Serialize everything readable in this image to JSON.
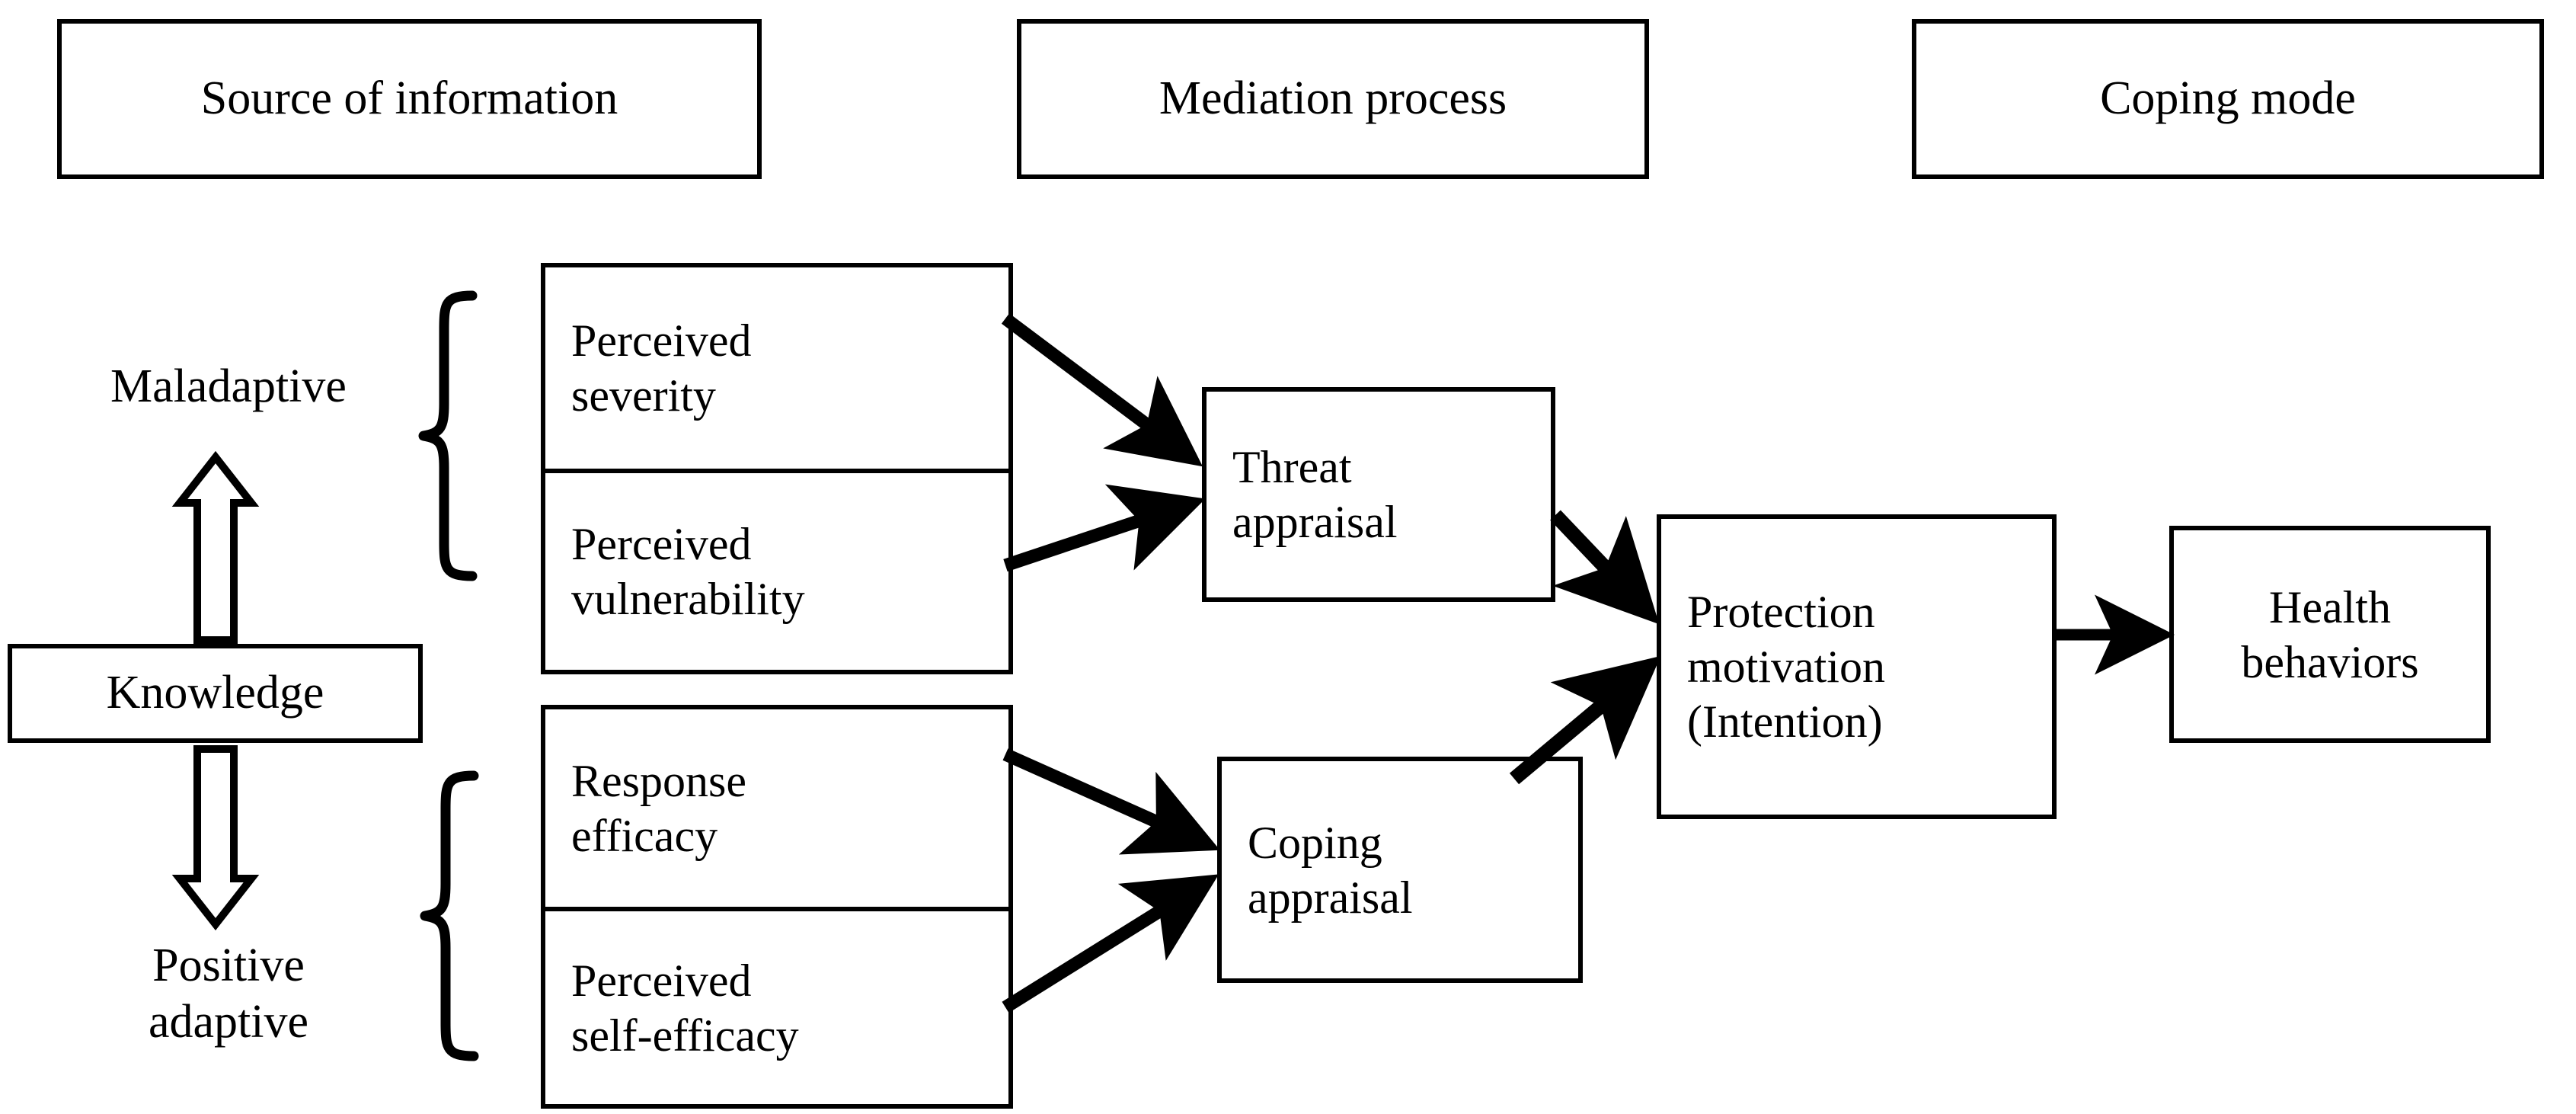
{
  "diagram": {
    "title_row": [
      {
        "id": "source-of-information",
        "label": "Source of information"
      },
      {
        "id": "mediation-process",
        "label": "Mediation process"
      },
      {
        "id": "coping-mode",
        "label": "Coping mode"
      }
    ],
    "left_column": {
      "maladaptive_label": "Maladaptive",
      "knowledge_label": "Knowledge",
      "positive_adaptive_label": "Positive\nadaptive",
      "up_arrow": "hollow-up-arrow",
      "down_arrow": "hollow-down-arrow",
      "brace_upper": "curly-brace",
      "brace_lower": "curly-brace"
    },
    "maladaptive_group": {
      "items": [
        {
          "id": "perceived-severity",
          "label": "Perceived\nseverity"
        },
        {
          "id": "perceived-vulnerability",
          "label": "Perceived\nvulnerability"
        }
      ]
    },
    "adaptive_group": {
      "items": [
        {
          "id": "response-efficacy",
          "label": "Response\nefficacy"
        },
        {
          "id": "perceived-self-efficacy",
          "label": "Perceived\nself-efficacy"
        }
      ]
    },
    "mediation": [
      {
        "id": "threat-appraisal",
        "label": "Threat\nappraisal"
      },
      {
        "id": "coping-appraisal",
        "label": "Coping\nappraisal"
      }
    ],
    "outcome": [
      {
        "id": "protection-motivation",
        "label": "Protection\nmotivation\n(Intention)"
      },
      {
        "id": "health-behaviors",
        "label": "Health\nbehaviors"
      }
    ],
    "edges": [
      {
        "id": "severity-to-threat",
        "from": "perceived-severity",
        "to": "threat-appraisal"
      },
      {
        "id": "vulnerability-to-threat",
        "from": "perceived-vulnerability",
        "to": "threat-appraisal"
      },
      {
        "id": "response-efficacy-to-coping",
        "from": "response-efficacy",
        "to": "coping-appraisal"
      },
      {
        "id": "self-efficacy-to-coping",
        "from": "perceived-self-efficacy",
        "to": "coping-appraisal"
      },
      {
        "id": "threat-to-protection",
        "from": "threat-appraisal",
        "to": "protection-motivation"
      },
      {
        "id": "coping-to-protection",
        "from": "coping-appraisal",
        "to": "protection-motivation"
      },
      {
        "id": "protection-to-health",
        "from": "protection-motivation",
        "to": "health-behaviors"
      },
      {
        "id": "knowledge-to-maladaptive",
        "from": "knowledge",
        "to": "maladaptive"
      },
      {
        "id": "knowledge-to-positive-adaptive",
        "from": "knowledge",
        "to": "positive-adaptive"
      }
    ],
    "colors": {
      "stroke": "#000000",
      "fill": "#ffffff"
    }
  }
}
